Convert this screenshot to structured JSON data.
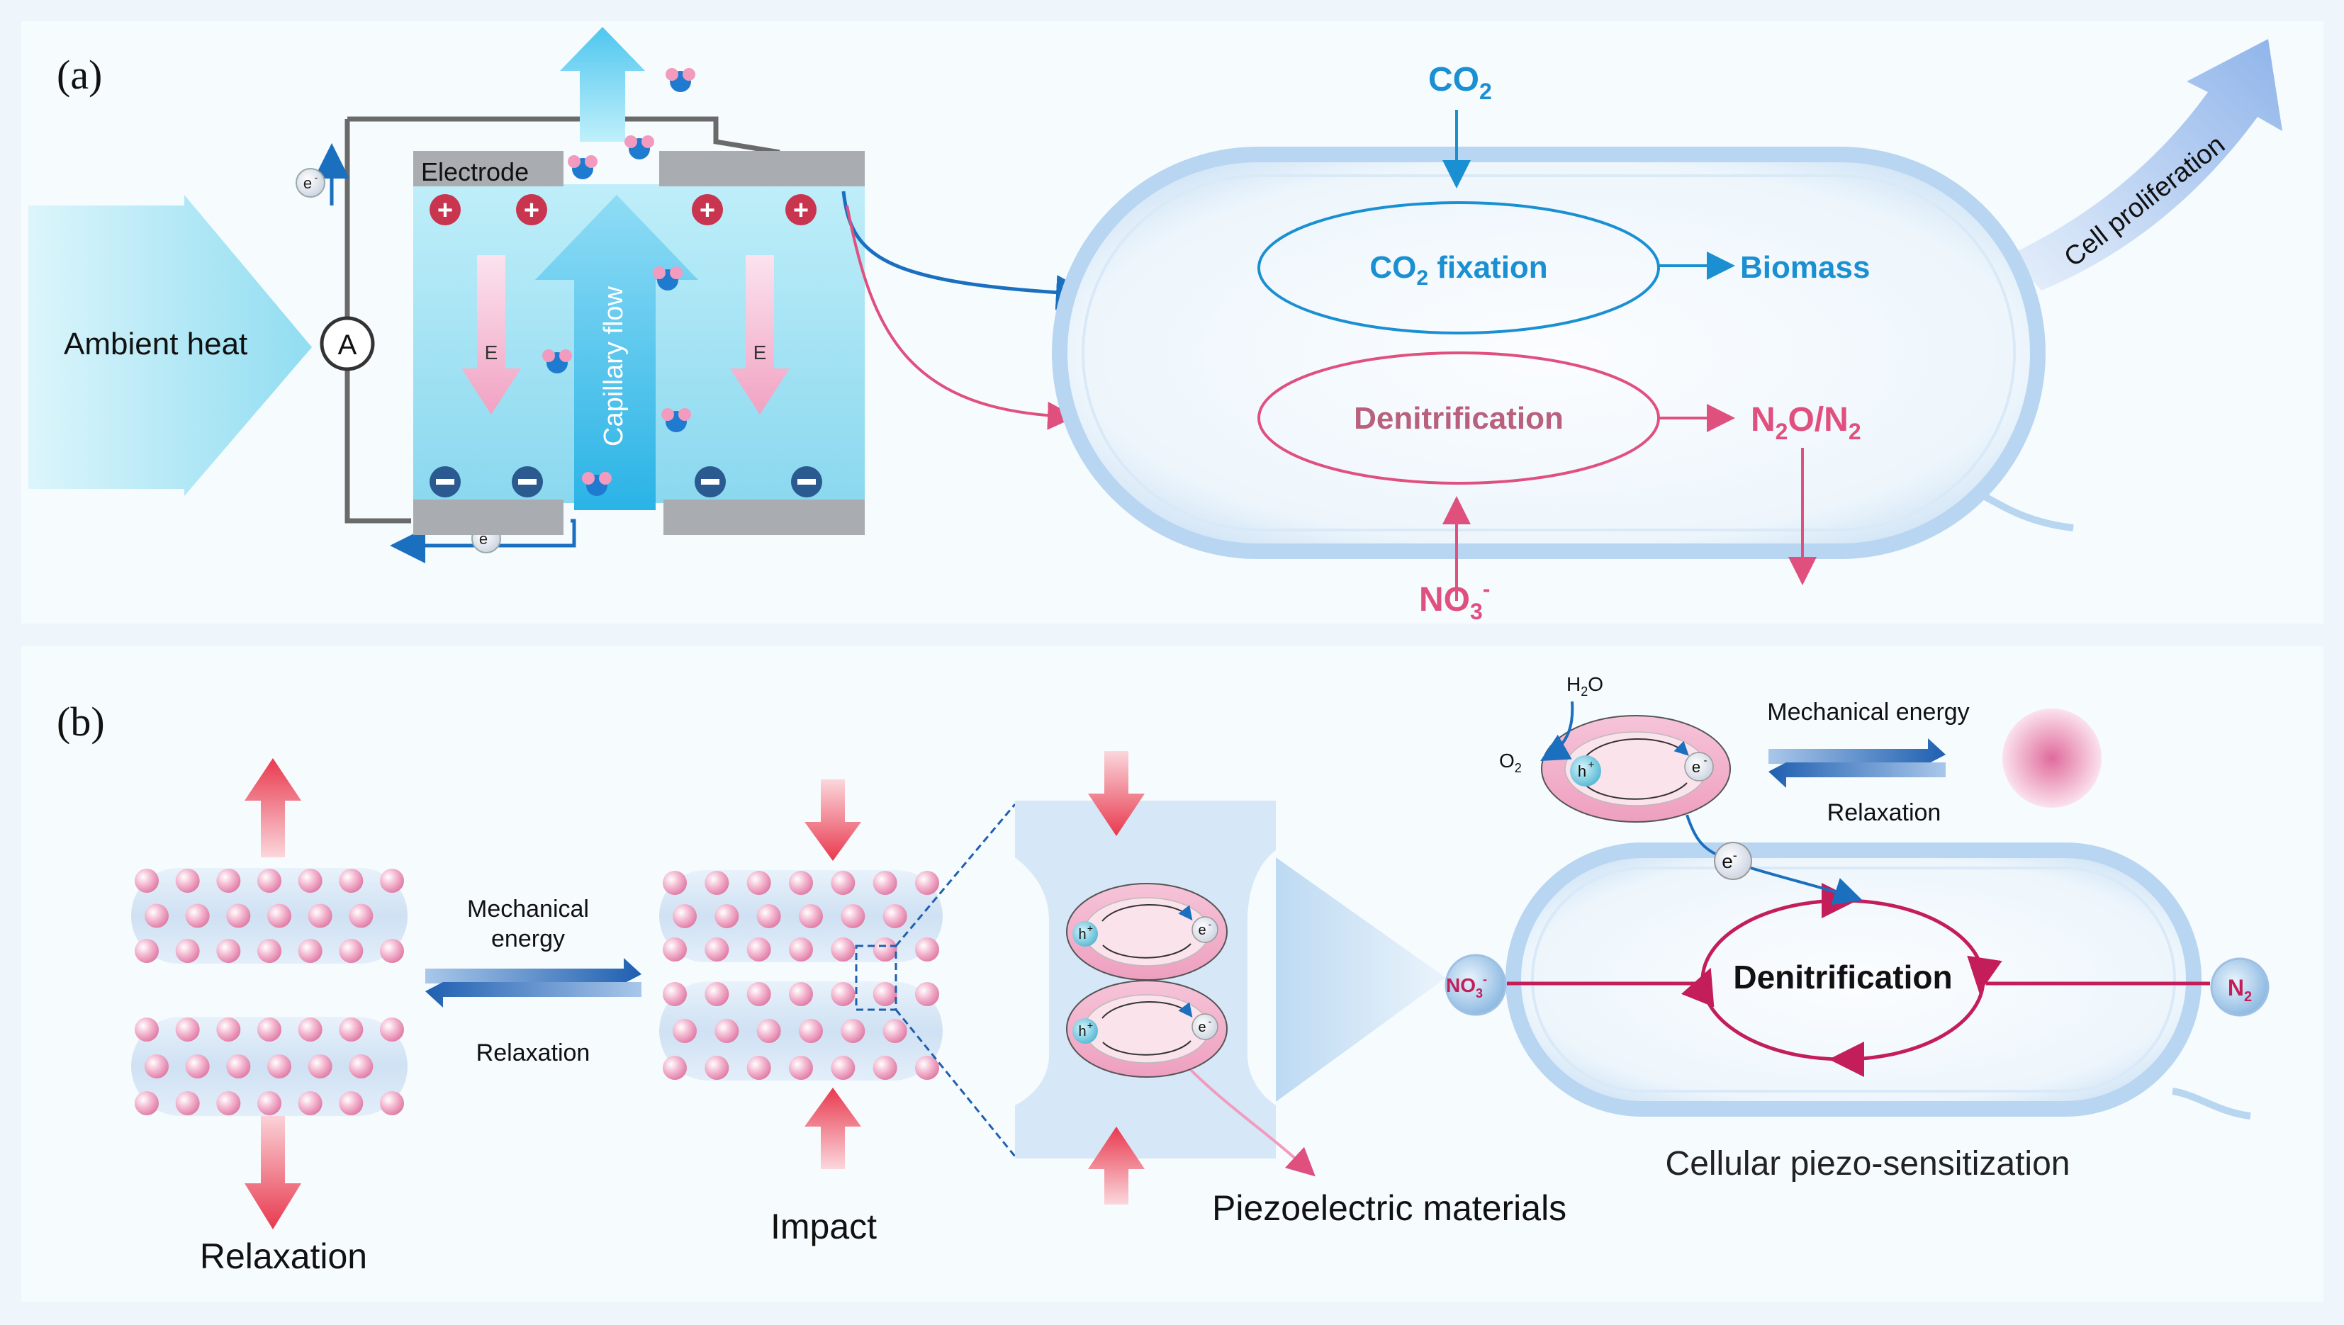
{
  "panel_a": {
    "label": "(a)",
    "ambient_heat": "Ambient heat",
    "ammeter": "A",
    "electrode": "Electrode",
    "field_label": "E",
    "capillary_flow": "Capillary flow",
    "electron": "e",
    "electron_sup": "-",
    "plus_sign": "+",
    "co2_main": "CO",
    "co2_sub": "2",
    "co2_fixation_main": "CO",
    "co2_fixation_sub": "2",
    "co2_fixation_rest": " fixation",
    "biomass": "Biomass",
    "denitrification": "Denitrification",
    "n2o_n": "N",
    "n2o_sub1": "2",
    "n2o_mid": "O/N",
    "n2o_sub2": "2",
    "no3_main": "NO",
    "no3_sub": "3",
    "no3_sup": "-",
    "cell_proliferation": "Cell proliferation"
  },
  "panel_b": {
    "label": "(b)",
    "mechanical_energy_line1": "Mechanical",
    "mechanical_energy_line2": "energy",
    "relaxation_small": "Relaxation",
    "relaxation_big": "Relaxation",
    "impact": "Impact",
    "piezo_materials": "Piezoelectric materials",
    "hole": "h",
    "hole_sup": "+",
    "electron": "e",
    "electron_sup": "-",
    "h2o_main": "H",
    "h2o_sub": "2",
    "h2o_rest": "O",
    "o2_main": "O",
    "o2_sub": "2",
    "mechanical_energy_right": "Mechanical energy",
    "relaxation_right": "Relaxation",
    "denitrification": "Denitrification",
    "no3_main": "NO",
    "no3_sub": "3",
    "no3_sup": "-",
    "n2_main": "N",
    "n2_sub": "2",
    "cellular_piezo": "Cellular piezo-sensitization"
  },
  "colors": {
    "blue_accent": "#1a8fd1",
    "pink_accent": "#e0507f",
    "crimson": "#c41e5a",
    "navy_arrow": "#1f6fb5"
  }
}
